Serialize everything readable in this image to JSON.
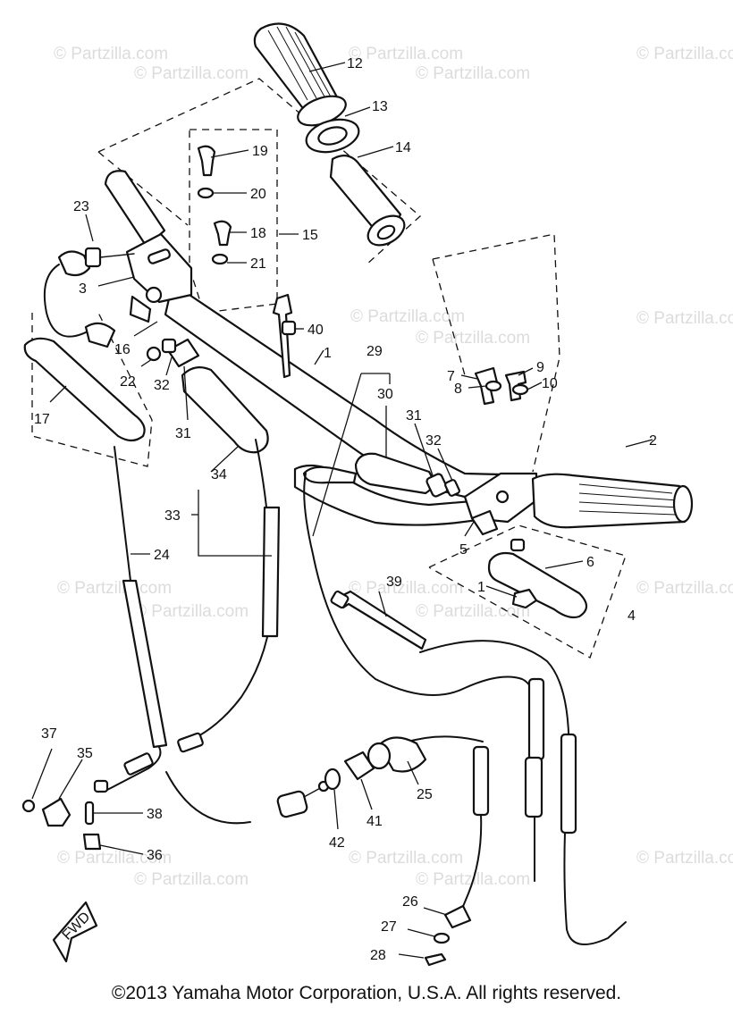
{
  "watermark": "© Partzilla.com",
  "copyright": "©2013 Yamaha Motor Corporation, U.S.A. All rights reserved.",
  "fwd_label": "FWD",
  "callouts": [
    {
      "id": "c1",
      "text": "1"
    },
    {
      "id": "c1b",
      "text": "1"
    },
    {
      "id": "c2",
      "text": "2"
    },
    {
      "id": "c3",
      "text": "3"
    },
    {
      "id": "c4",
      "text": "4"
    },
    {
      "id": "c5",
      "text": "5"
    },
    {
      "id": "c6",
      "text": "6"
    },
    {
      "id": "c7",
      "text": "7"
    },
    {
      "id": "c8",
      "text": "8"
    },
    {
      "id": "c9",
      "text": "9"
    },
    {
      "id": "c10",
      "text": "10"
    },
    {
      "id": "c12",
      "text": "12"
    },
    {
      "id": "c13",
      "text": "13"
    },
    {
      "id": "c14",
      "text": "14"
    },
    {
      "id": "c15",
      "text": "15"
    },
    {
      "id": "c16",
      "text": "16"
    },
    {
      "id": "c17",
      "text": "17"
    },
    {
      "id": "c18",
      "text": "18"
    },
    {
      "id": "c19",
      "text": "19"
    },
    {
      "id": "c20",
      "text": "20"
    },
    {
      "id": "c21",
      "text": "21"
    },
    {
      "id": "c22",
      "text": "22"
    },
    {
      "id": "c23",
      "text": "23"
    },
    {
      "id": "c24",
      "text": "24"
    },
    {
      "id": "c25",
      "text": "25"
    },
    {
      "id": "c26",
      "text": "26"
    },
    {
      "id": "c27",
      "text": "27"
    },
    {
      "id": "c28",
      "text": "28"
    },
    {
      "id": "c29",
      "text": "29"
    },
    {
      "id": "c30",
      "text": "30"
    },
    {
      "id": "c31",
      "text": "31"
    },
    {
      "id": "c31b",
      "text": "31"
    },
    {
      "id": "c32",
      "text": "32"
    },
    {
      "id": "c32b",
      "text": "32"
    },
    {
      "id": "c33",
      "text": "33"
    },
    {
      "id": "c34",
      "text": "34"
    },
    {
      "id": "c35",
      "text": "35"
    },
    {
      "id": "c36",
      "text": "36"
    },
    {
      "id": "c37",
      "text": "37"
    },
    {
      "id": "c38",
      "text": "38"
    },
    {
      "id": "c39",
      "text": "39"
    },
    {
      "id": "c40",
      "text": "40"
    },
    {
      "id": "c41",
      "text": "41"
    },
    {
      "id": "c42",
      "text": "42"
    }
  ]
}
